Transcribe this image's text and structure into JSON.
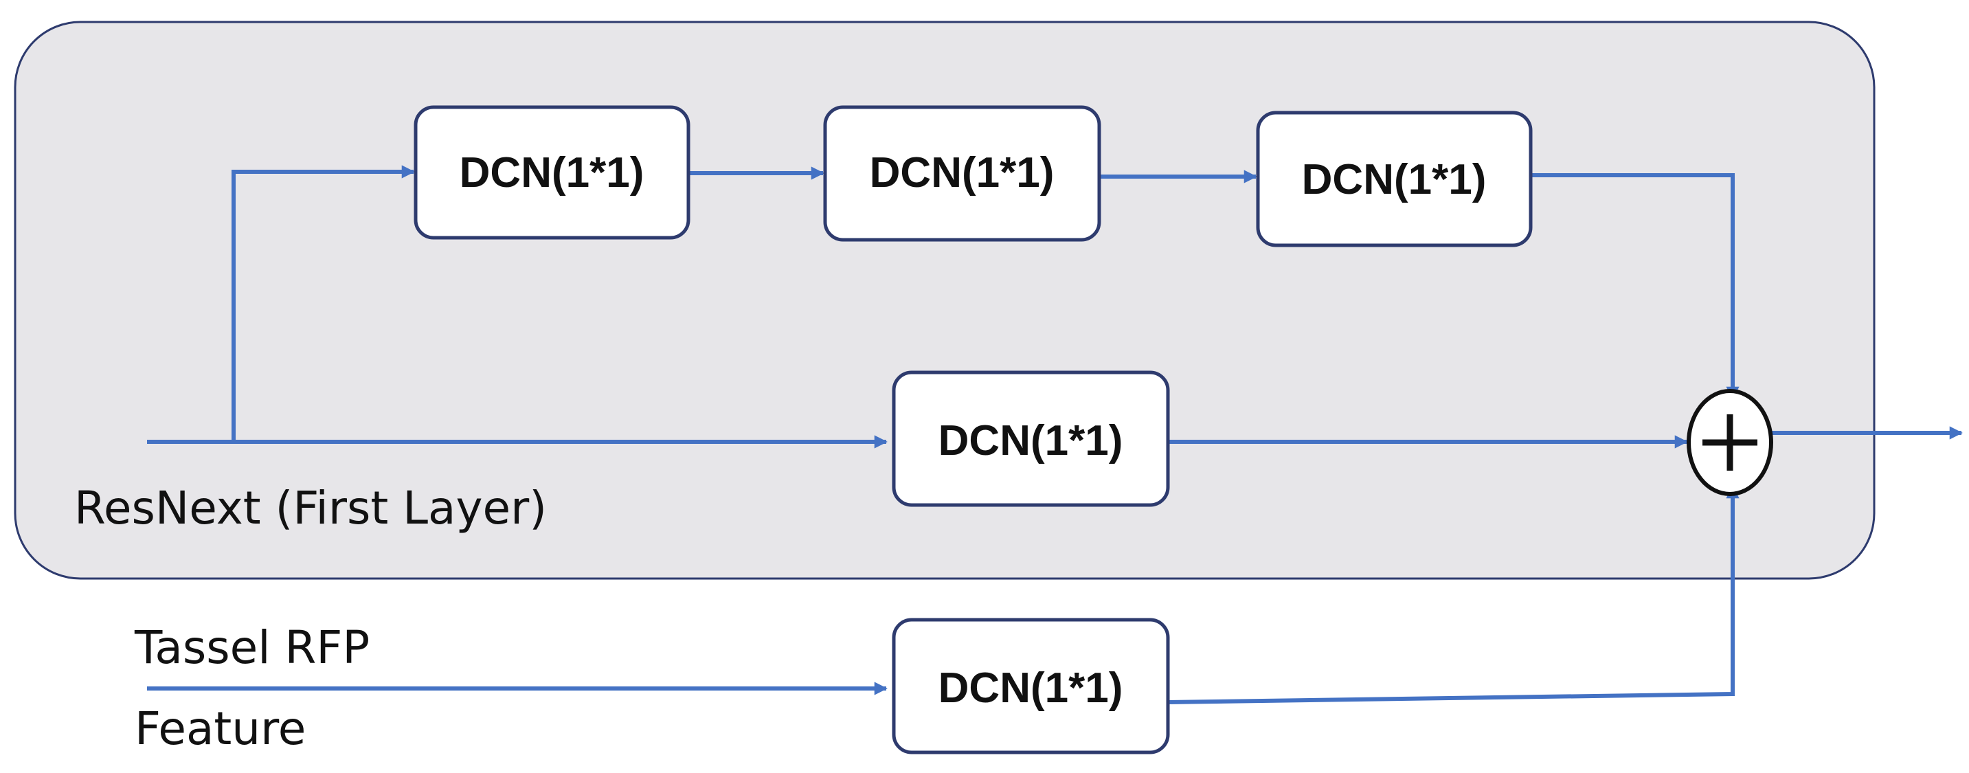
{
  "group": {
    "label": "ResNext (First Layer)",
    "fill": "#e7e6e9",
    "stroke": "#2e3b6e"
  },
  "blocks": [
    {
      "id": "top-1",
      "label": "DCN(1*1)"
    },
    {
      "id": "top-2",
      "label": "DCN(1*1)"
    },
    {
      "id": "top-3",
      "label": "DCN(1*1)"
    },
    {
      "id": "middle",
      "label": "DCN(1*1)"
    },
    {
      "id": "bottom",
      "label": "DCN(1*1)"
    }
  ],
  "inputs": {
    "lower_line1": "Tassel RFP",
    "lower_line2": "Feature"
  },
  "sum_node": {
    "symbol": "+",
    "meaning": "element-wise addition"
  },
  "colors": {
    "arrow": "#4472c4",
    "block_border": "#2e3b6e",
    "block_fill": "#ffffff",
    "text": "#111111"
  }
}
